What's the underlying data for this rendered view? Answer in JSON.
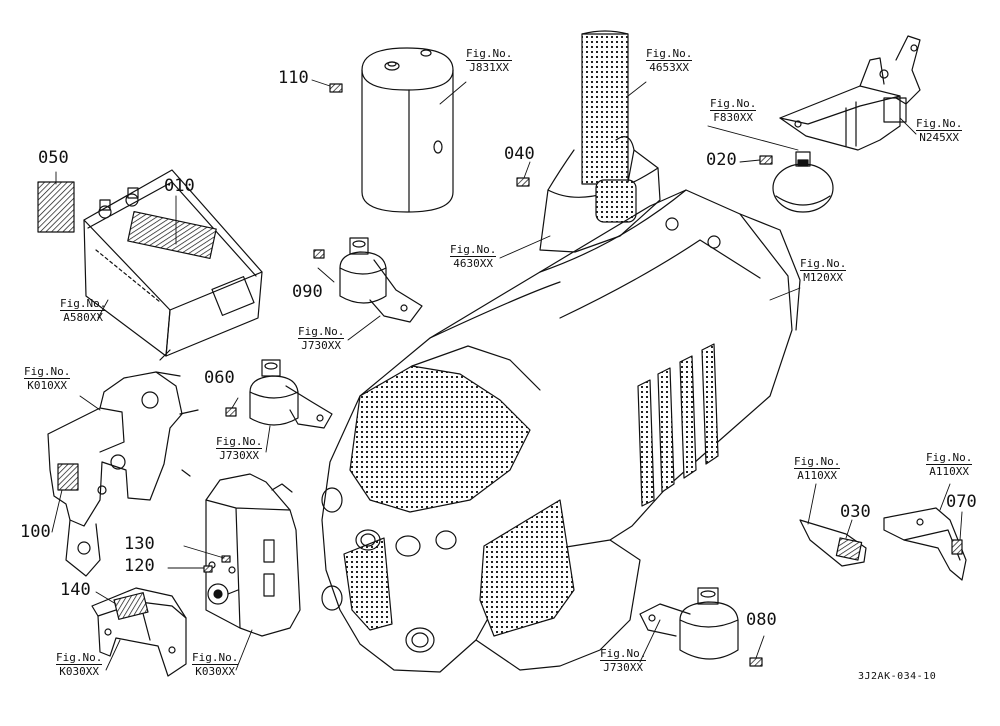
{
  "fig_prefix": "Fig.No.",
  "drawing_code": "3J2AK-034-10",
  "figures": [
    {
      "id": "j831",
      "ref": "J831XX"
    },
    {
      "id": "4653",
      "ref": "4653XX"
    },
    {
      "id": "f830",
      "ref": "F830XX"
    },
    {
      "id": "n245",
      "ref": "N245XX"
    },
    {
      "id": "4630",
      "ref": "4630XX"
    },
    {
      "id": "m120",
      "ref": "M120XX"
    },
    {
      "id": "a580",
      "ref": "A580XX"
    },
    {
      "id": "j730a",
      "ref": "J730XX"
    },
    {
      "id": "k010",
      "ref": "K010XX"
    },
    {
      "id": "j730b",
      "ref": "J730XX"
    },
    {
      "id": "a110a",
      "ref": "A110XX"
    },
    {
      "id": "a110b",
      "ref": "A110XX"
    },
    {
      "id": "k030a",
      "ref": "K030XX"
    },
    {
      "id": "k030b",
      "ref": "K030XX"
    },
    {
      "id": "j730c",
      "ref": "J730XX"
    }
  ],
  "callouts": [
    {
      "id": "c110",
      "num": "110"
    },
    {
      "id": "c050",
      "num": "050"
    },
    {
      "id": "c010",
      "num": "010"
    },
    {
      "id": "c040",
      "num": "040"
    },
    {
      "id": "c020",
      "num": "020"
    },
    {
      "id": "c090",
      "num": "090"
    },
    {
      "id": "c060",
      "num": "060"
    },
    {
      "id": "c100",
      "num": "100"
    },
    {
      "id": "c130",
      "num": "130"
    },
    {
      "id": "c120",
      "num": "120"
    },
    {
      "id": "c140",
      "num": "140"
    },
    {
      "id": "c030",
      "num": "030"
    },
    {
      "id": "c070",
      "num": "070"
    },
    {
      "id": "c080",
      "num": "080"
    }
  ]
}
